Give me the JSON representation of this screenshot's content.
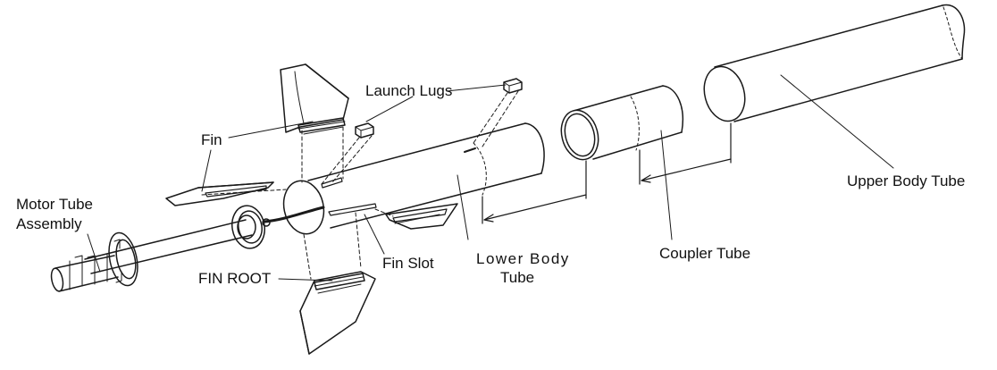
{
  "labels": {
    "launch_lugs": "Launch Lugs",
    "fin": "Fin",
    "motor_tube_line1": "Motor Tube",
    "motor_tube_line2": "Assembly",
    "fin_root": "FIN ROOT",
    "fin_slot": "Fin Slot",
    "lower_body_line1": "Lower  Body",
    "lower_body_line2": "Tube",
    "coupler_tube": "Coupler Tube",
    "upper_body_tube": "Upper Body Tube"
  },
  "colors": {
    "line": "#1a1a1a",
    "background": "#ffffff"
  }
}
